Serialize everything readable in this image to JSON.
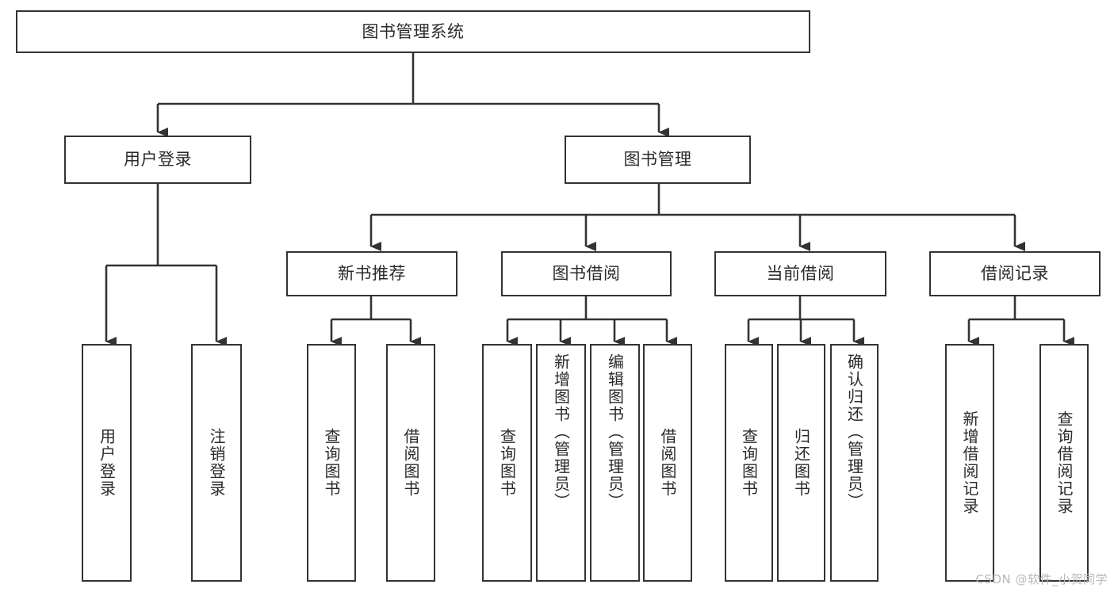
{
  "diagram": {
    "type": "hierarchy-tree",
    "title": "图书管理系统",
    "watermark": "CSDN @软件_小贺同学",
    "colors": {
      "background": "#ffffff",
      "box_border": "#333333",
      "box_fill": "#ffffff",
      "text": "#2b2b2b",
      "connector": "#333333",
      "watermark": "#b9b9b9"
    },
    "levels": {
      "root": {
        "label": "图书管理系统"
      },
      "level2": [
        {
          "label": "用户登录"
        },
        {
          "label": "图书管理"
        }
      ],
      "level3": [
        {
          "label": "新书推荐"
        },
        {
          "label": "图书借阅"
        },
        {
          "label": "当前借阅"
        },
        {
          "label": "借阅记录"
        }
      ],
      "leaves": {
        "user_login": [
          {
            "label": "用户登录"
          },
          {
            "label": "注销登录"
          }
        ],
        "new_book_recommend": [
          {
            "label": "查询图书"
          },
          {
            "label": "借阅图书"
          }
        ],
        "book_borrow": [
          {
            "label": "查询图书"
          },
          {
            "label": "新增图书（管理员）"
          },
          {
            "label": "编辑图书（管理员）"
          },
          {
            "label": "借阅图书"
          }
        ],
        "current_borrow": [
          {
            "label": "查询图书"
          },
          {
            "label": "归还图书"
          },
          {
            "label": "确认归还（管理员）"
          }
        ],
        "borrow_record": [
          {
            "label": "新增借阅记录"
          },
          {
            "label": "查询借阅记录"
          }
        ]
      }
    }
  }
}
